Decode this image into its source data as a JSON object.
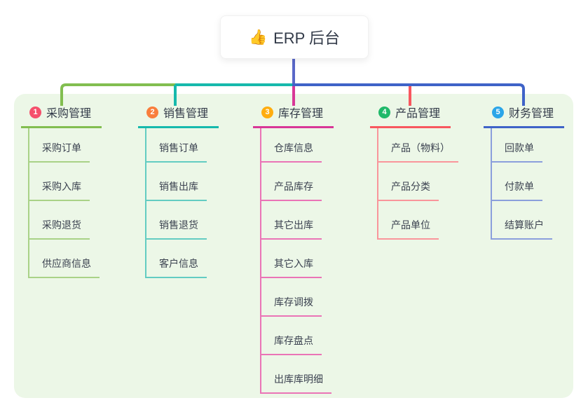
{
  "root": {
    "label": "ERP 后台",
    "icon": "thumbs-up-icon",
    "icon_glyph": "👍"
  },
  "branches": [
    {
      "number": "1",
      "label": "采购管理",
      "badge_color": "#F5506C",
      "line_color": "#82BE50",
      "child_line_color": "#A9D287",
      "children": [
        "采购订单",
        "采购入库",
        "采购退货",
        "供应商信息"
      ]
    },
    {
      "number": "2",
      "label": "销售管理",
      "badge_color": "#F97E3D",
      "line_color": "#16B9AC",
      "child_line_color": "#63CCC2",
      "children": [
        "销售订单",
        "销售出库",
        "销售退货",
        "客户信息"
      ]
    },
    {
      "number": "3",
      "label": "库存管理",
      "badge_color": "#FFAD0F",
      "line_color": "#D83797",
      "child_line_color": "#EA74B6",
      "children": [
        "仓库信息",
        "产品库存",
        "其它出库",
        "其它入库",
        "库存调拨",
        "库存盘点",
        "出库库明细"
      ]
    },
    {
      "number": "4",
      "label": "产品管理",
      "badge_color": "#20B96A",
      "line_color": "#F8575F",
      "child_line_color": "#F9959B",
      "children": [
        "产品（物料）",
        "产品分类",
        "产品单位"
      ]
    },
    {
      "number": "5",
      "label": "财务管理",
      "badge_color": "#2BA5E8",
      "line_color": "#3F63C8",
      "child_line_color": "#8B9FDC",
      "children": [
        "回款单",
        "付款单",
        "结算账户"
      ]
    }
  ],
  "colors": {
    "root_connector": "#5A68C8",
    "panel_background": "#ECF7E7",
    "card_background": "#FFFFFF",
    "text": "#333B49"
  }
}
